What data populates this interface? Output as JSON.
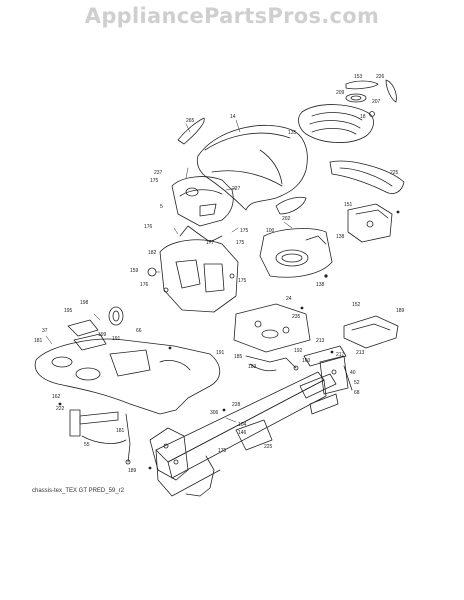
{
  "watermark": "AppliancePartsPros.com",
  "footer_code": "chassis-tex_TEX GT PRED_59_r2",
  "colors": {
    "line": "#222222",
    "watermark": "#cfcfcf",
    "background": "#ffffff"
  },
  "parts": [
    {
      "id": "p1",
      "label": "153"
    },
    {
      "id": "p2",
      "label": "226"
    },
    {
      "id": "p3",
      "label": "209"
    },
    {
      "id": "p4",
      "label": "207"
    },
    {
      "id": "p5",
      "label": "18"
    },
    {
      "id": "p6",
      "label": "265"
    },
    {
      "id": "p7",
      "label": "14"
    },
    {
      "id": "p8",
      "label": "135"
    },
    {
      "id": "p9",
      "label": "225"
    },
    {
      "id": "p10",
      "label": "237"
    },
    {
      "id": "p11",
      "label": "175"
    },
    {
      "id": "p12",
      "label": "227"
    },
    {
      "id": "p13",
      "label": "5"
    },
    {
      "id": "p14",
      "label": "175"
    },
    {
      "id": "p15",
      "label": "202"
    },
    {
      "id": "p16",
      "label": "151"
    },
    {
      "id": "p17",
      "label": "138"
    },
    {
      "id": "p18",
      "label": "176"
    },
    {
      "id": "p19",
      "label": "177"
    },
    {
      "id": "p20",
      "label": "182"
    },
    {
      "id": "p21",
      "label": "175"
    },
    {
      "id": "p22",
      "label": "100"
    },
    {
      "id": "p23",
      "label": "159"
    },
    {
      "id": "p24",
      "label": "176"
    },
    {
      "id": "p25",
      "label": "175"
    },
    {
      "id": "p26",
      "label": "138"
    },
    {
      "id": "p27",
      "label": "24"
    },
    {
      "id": "p28",
      "label": "235"
    },
    {
      "id": "p29",
      "label": "152"
    },
    {
      "id": "p30",
      "label": "189"
    },
    {
      "id": "p31",
      "label": "198"
    },
    {
      "id": "p32",
      "label": "195"
    },
    {
      "id": "p33",
      "label": "37"
    },
    {
      "id": "p34",
      "label": "199"
    },
    {
      "id": "p35",
      "label": "181"
    },
    {
      "id": "p36",
      "label": "66"
    },
    {
      "id": "p37",
      "label": "191"
    },
    {
      "id": "p38",
      "label": "191"
    },
    {
      "id": "p39",
      "label": "185"
    },
    {
      "id": "p40",
      "label": "183"
    },
    {
      "id": "p41",
      "label": "213"
    },
    {
      "id": "p42",
      "label": "217"
    },
    {
      "id": "p43",
      "label": "213"
    },
    {
      "id": "p44",
      "label": "192"
    },
    {
      "id": "p45",
      "label": "160"
    },
    {
      "id": "p46",
      "label": "40"
    },
    {
      "id": "p47",
      "label": "52"
    },
    {
      "id": "p48",
      "label": "68"
    },
    {
      "id": "p49",
      "label": "162"
    },
    {
      "id": "p50",
      "label": "222"
    },
    {
      "id": "p51",
      "label": "55"
    },
    {
      "id": "p52",
      "label": "181"
    },
    {
      "id": "p53",
      "label": "228"
    },
    {
      "id": "p54",
      "label": "306"
    },
    {
      "id": "p55",
      "label": "104"
    },
    {
      "id": "p56",
      "label": "146"
    },
    {
      "id": "p57",
      "label": "175"
    },
    {
      "id": "p58",
      "label": "225"
    },
    {
      "id": "p59",
      "label": "189"
    }
  ]
}
